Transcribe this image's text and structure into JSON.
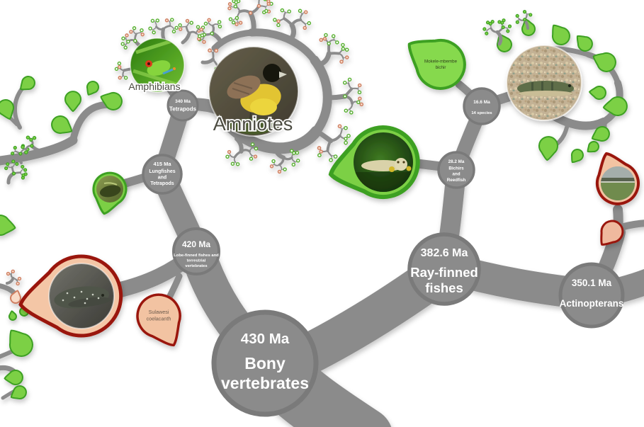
{
  "colors": {
    "background": "#ffffff",
    "branch": "#8b8b8b",
    "node_ring": "#7a7a7a",
    "node_text": "#ffffff",
    "leaf_green_fill": "#7cd045",
    "leaf_green_stroke": "#3da023",
    "leaf_pink_fill": "#f8dbc8",
    "leaf_pink_stroke": "#cf7f62",
    "leaf_red_stroke": "#9a140a",
    "leaf_red_fill": "#f4c6a6",
    "clade_label": "#4c4c42"
  },
  "clade_labels": {
    "amphibians": "Amphibians",
    "amniotes": "Amniotes"
  },
  "nodes": {
    "tetrapods": {
      "age": "340 Ma",
      "name": "Tetrapods"
    },
    "lungfishes_and_tetrapods": {
      "age": "415 Ma",
      "line1": "Lungfishes",
      "line2": "and",
      "line3": "Tetrapods"
    },
    "lobe_finned_fishes": {
      "age": "420 Ma",
      "line1": "Lobe-finned fishes and",
      "line2": "terrestrial",
      "line3": "vertebrates"
    },
    "bony_vertebrates": {
      "age": "430 Ma",
      "line1": "Bony",
      "line2": "vertebrates"
    },
    "ray_finned_fishes": {
      "age": "382.6 Ma",
      "line1": "Ray-finned",
      "line2": "fishes"
    },
    "actinopterans": {
      "age": "350.1 Ma",
      "name": "Actinopterans"
    },
    "bichirs_and_reedfish": {
      "age": "28.2 Ma",
      "line1": "Bichirs",
      "line2": "and",
      "line3": "Reedfish"
    },
    "polypterus_species": {
      "age": "16.6 Ma",
      "species": "14 species"
    }
  },
  "leaves": {
    "mokele_mbembe_bichir": {
      "line1": "Mokele-mbembe",
      "line2": "bichir"
    },
    "sulawesi_coelacanth": {
      "line1": "Sulawesi",
      "line2": "coelacanth"
    }
  },
  "photos": {
    "amphibians": "tree-frog-photo",
    "amniotes": "bunting-bird-photo",
    "coelacanth": "coelacanth-photo",
    "lungfish": "lungfish-photo",
    "reedfish": "reedfish-photo",
    "bichir": "bichir-on-gravel-photo",
    "landscape": "habitat-photo"
  }
}
